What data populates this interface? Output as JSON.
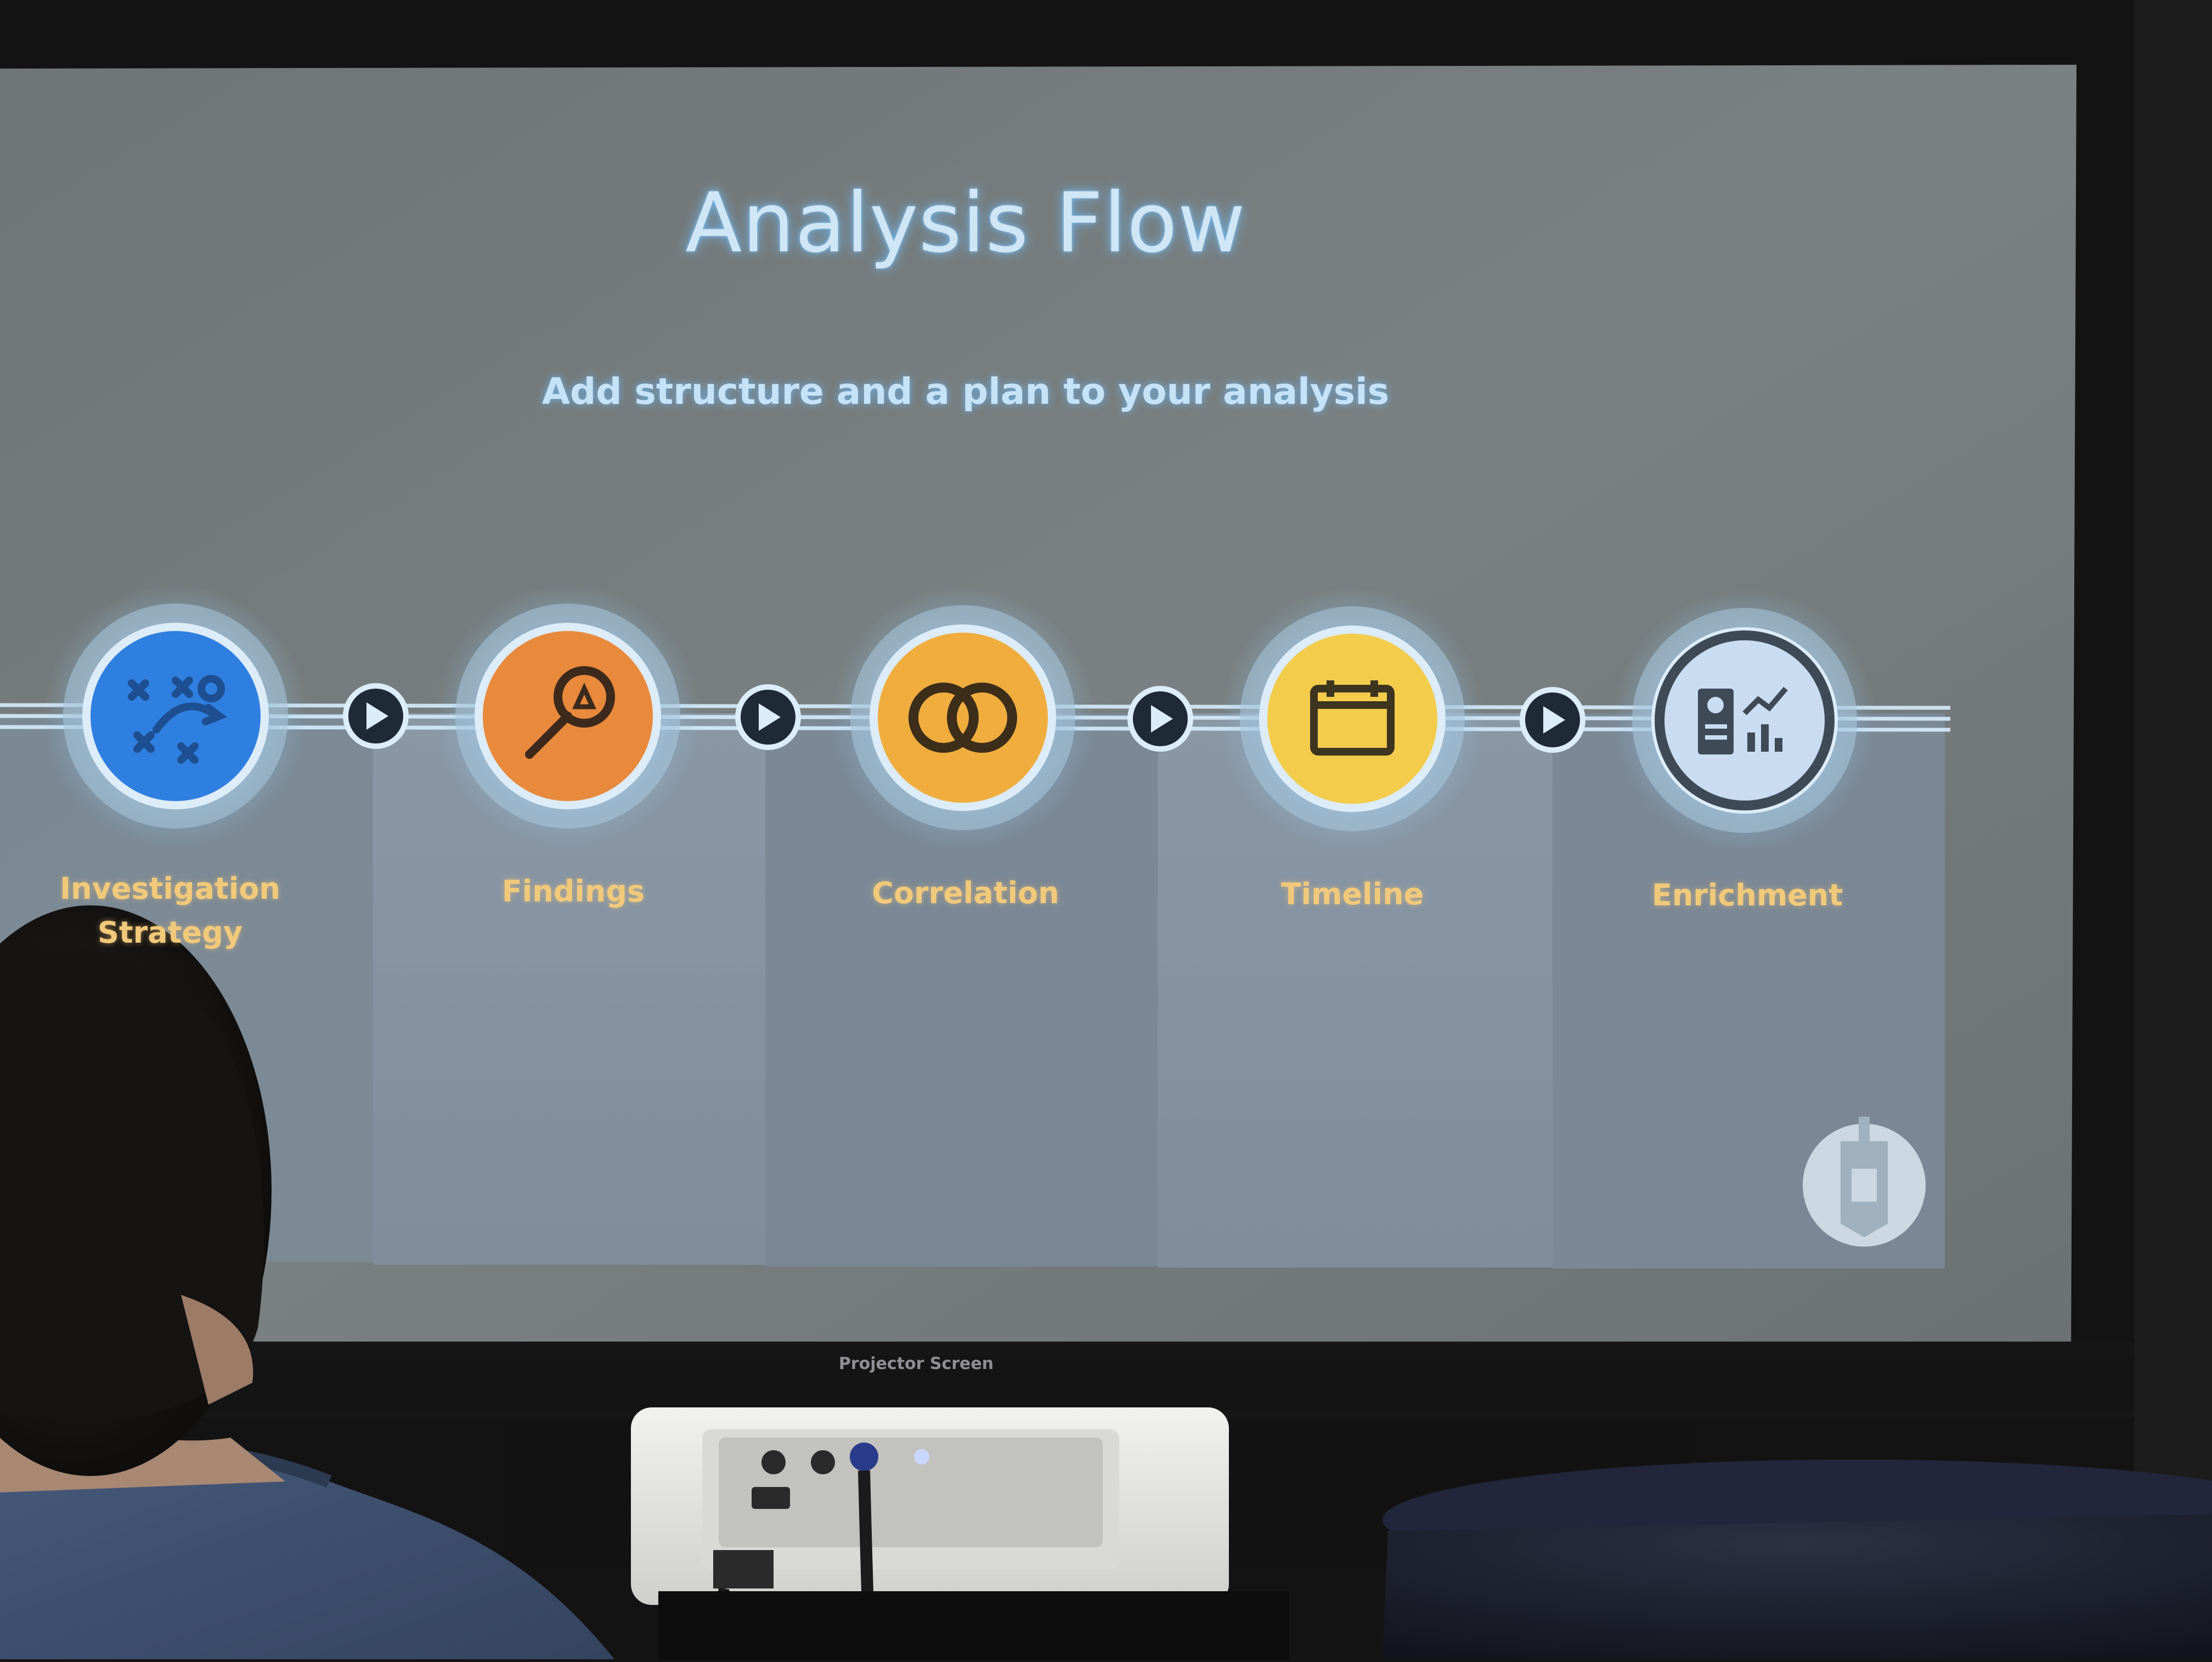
{
  "slide": {
    "title": "Analysis Flow",
    "subtitle": "Add structure and a plan to your analysis",
    "steps": [
      {
        "label": "Investigation Strategy",
        "icon": "strategy-map-icon",
        "color": "#2f7fe0"
      },
      {
        "label": "Findings",
        "icon": "magnifier-icon",
        "color": "#e9893c"
      },
      {
        "label": "Correlation",
        "icon": "interlocking-rings-icon",
        "color": "#f0ad3e"
      },
      {
        "label": "Timeline",
        "icon": "calendar-icon",
        "color": "#f3cc4c"
      },
      {
        "label": "Enrichment",
        "icon": "report-chart-icon",
        "color": "#c9dcf1"
      }
    ],
    "connector_icon": "play-arrow-icon",
    "logo_icon": "spartan-helmet-icon"
  },
  "projector_screen": {
    "brand": "Projector Screen"
  }
}
